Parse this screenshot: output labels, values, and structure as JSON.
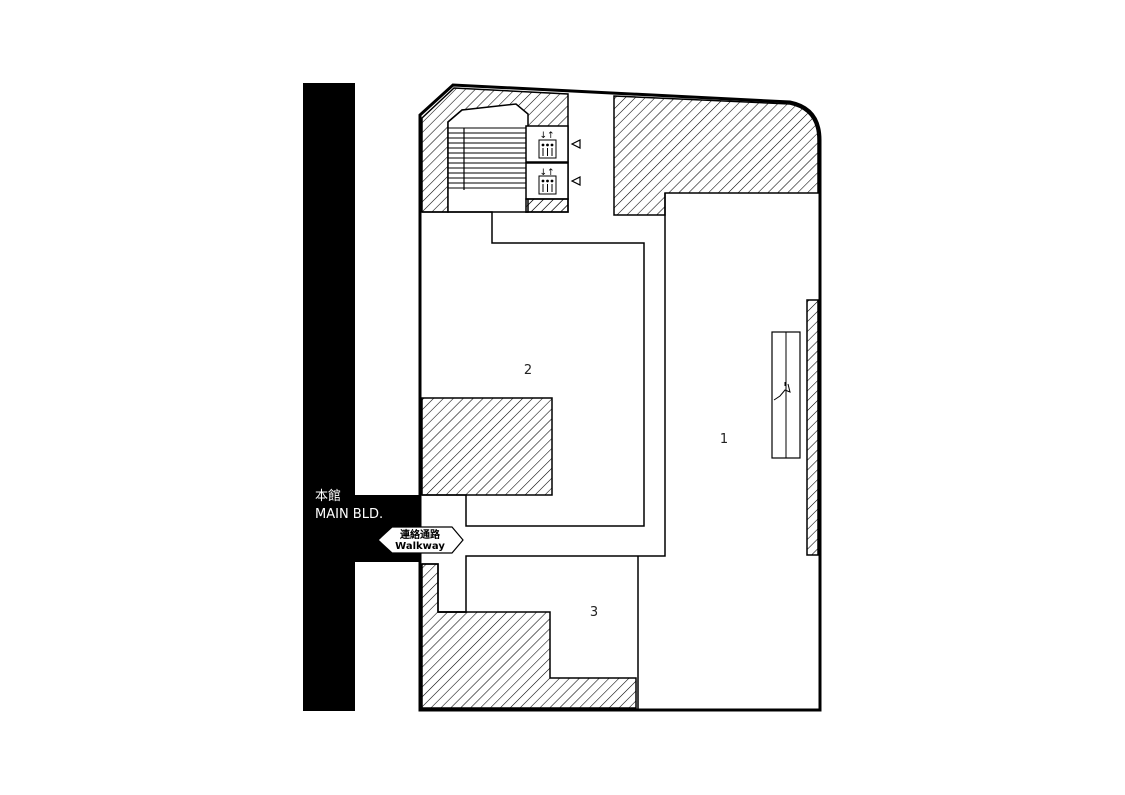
{
  "main_building": {
    "name_jp": "本館",
    "name_en": "MAIN BLD."
  },
  "walkway": {
    "name_jp": "連絡通路",
    "name_en": "Walkway"
  },
  "rooms": [
    {
      "id": "room-1",
      "label": "1"
    },
    {
      "id": "room-2",
      "label": "2"
    },
    {
      "id": "room-3",
      "label": "3"
    }
  ],
  "elevators": [
    {
      "id": "elevator-1",
      "direction_symbol": "↓↑"
    },
    {
      "id": "elevator-2",
      "direction_symbol": "↓↑"
    }
  ],
  "colors": {
    "wall": "#000000",
    "background": "#ffffff",
    "hatch": "#000000"
  }
}
